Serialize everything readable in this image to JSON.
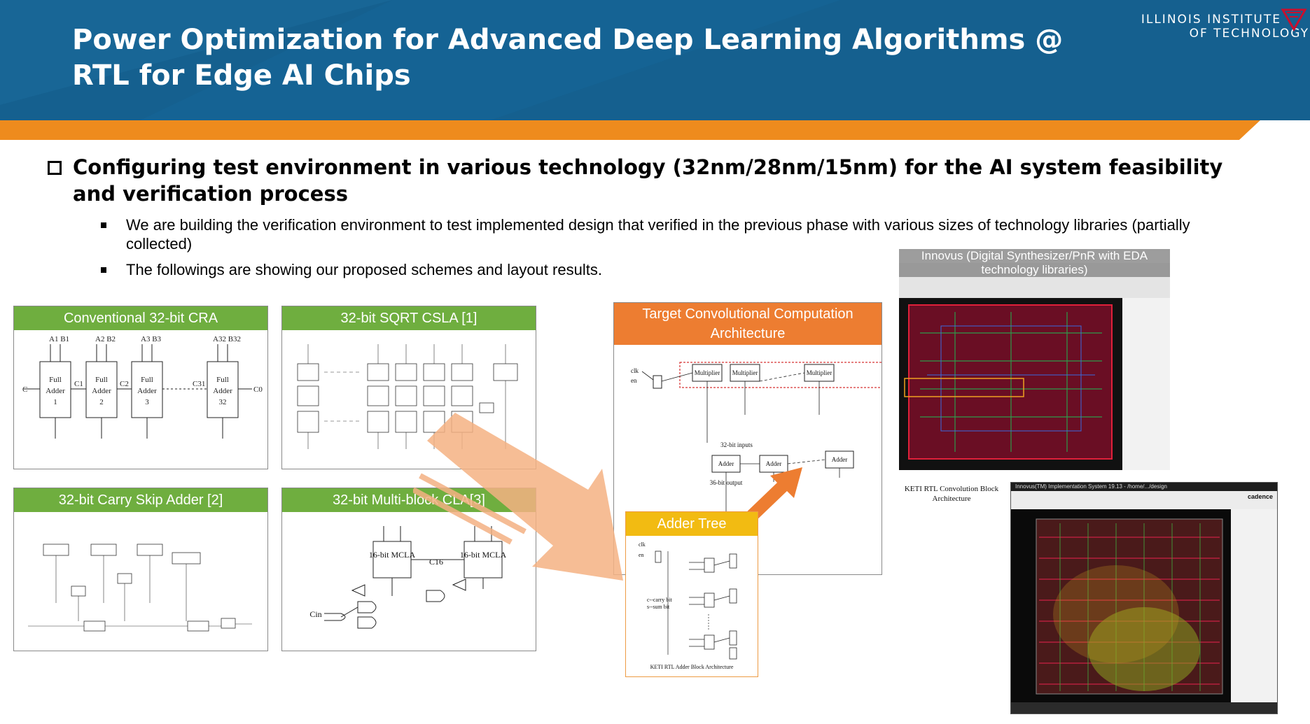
{
  "header": {
    "title": "Power Optimization for Advanced Deep Learning Algorithms @ RTL for Edge AI Chips",
    "logo_line1": "ILLINOIS INSTITUTE",
    "logo_line2": "OF TECHNOLOGY",
    "colors": {
      "blue": "#15608f",
      "orange": "#ee8b1d",
      "logo_red": "#c8102e"
    }
  },
  "content": {
    "heading": "Configuring test environment in various technology (32nm/28nm/15nm) for the AI system feasibility and verification process",
    "bullets": [
      "We are building the verification environment to test implemented design that verified in the previous phase with various sizes of technology libraries (partially collected)",
      "The followings are showing our proposed schemes and layout results."
    ]
  },
  "panels": {
    "cra": {
      "label": "Conventional 32-bit CRA",
      "blocks": [
        {
          "top": "A1  B1",
          "l1": "Full",
          "l2": "Adder",
          "l3": "1"
        },
        {
          "top": "A2  B2",
          "l1": "Full",
          "l2": "Adder",
          "l3": "2"
        },
        {
          "top": "A3  B3",
          "l1": "Full",
          "l2": "Adder",
          "l3": "3"
        },
        {
          "top": "A32  B32",
          "l1": "Full",
          "l2": "Adder",
          "l3": "32"
        }
      ],
      "cin": "C",
      "carries": [
        "C1",
        "C2",
        "C31",
        "C0"
      ]
    },
    "csla": {
      "label": "32-bit SQRT CSLA [1]"
    },
    "csa": {
      "label": "32-bit Carry Skip Adder [2]"
    },
    "cla": {
      "label": "32-bit Multi-block CLA[3]",
      "block1": "16-bit MCLA",
      "block2": "16-bit MCLA",
      "c16": "C16",
      "cin": "Cin"
    },
    "conv": {
      "label": "Target Convolutional Computation Architecture",
      "mults": [
        "Multiplier",
        "Multiplier",
        "Multiplier"
      ],
      "adders": [
        "Adder",
        "Adder",
        "Adder"
      ],
      "clk": "clk",
      "en": "en",
      "bits32": "32-bit inputs",
      "out36": "36-bit output"
    },
    "adder_tree": {
      "label": "Adder Tree",
      "caption": "KETI RTL Adder Block Architecture",
      "clk": "clk",
      "en": "en",
      "carry": "c--carry bit",
      "sum": "s--sum bit"
    },
    "innovus": {
      "label": "Innovus (Digital Synthesizer/PnR with EDA technology libraries)",
      "caption": "KETI RTL Convolution Block Architecture",
      "window_title": "Innovus(TM) Implementation System 19.13 - /home/.../design",
      "brand": "cadence"
    }
  }
}
